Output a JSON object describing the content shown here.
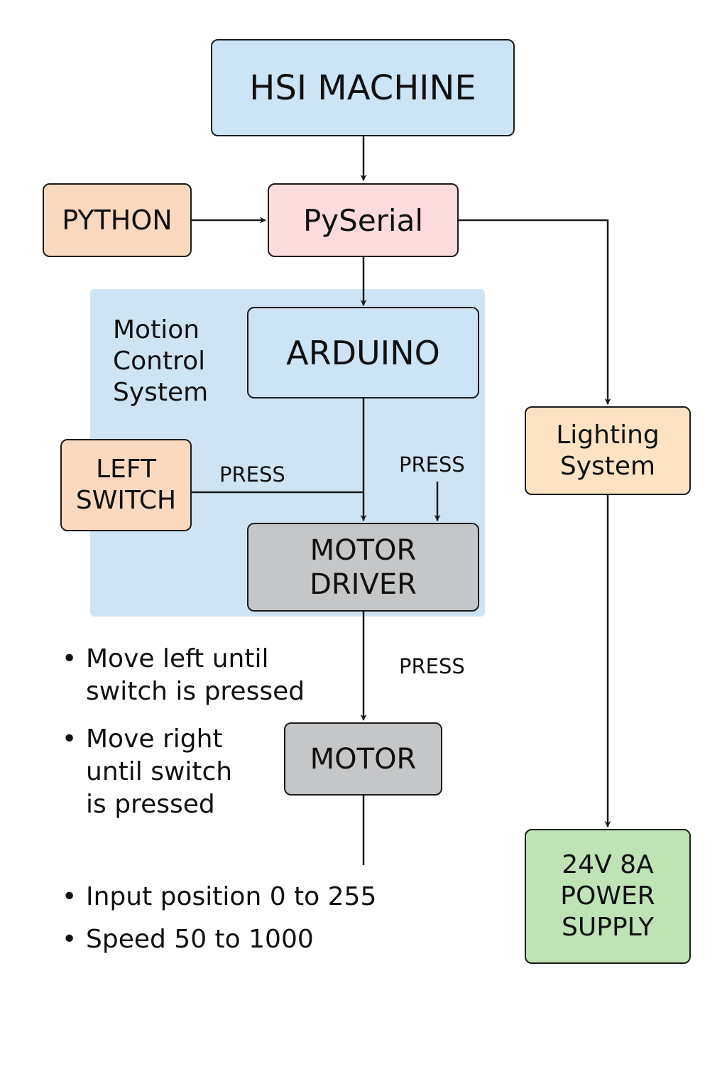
{
  "diagram": {
    "region": {
      "label": "Motion\nControl\nSystem"
    },
    "nodes": {
      "hsi_machine": "HSI MACHINE",
      "python": "PYTHON",
      "pyserial": "PySerial",
      "arduino": "ARDUINO",
      "lighting_system": "Lighting\nSystem",
      "left_switch": "LEFT\nSWITCH",
      "motor_driver": "MOTOR\nDRIVER",
      "motor": "MOTOR",
      "power_supply": "24V 8A\nPOWER\nSUPPLY"
    },
    "edge_labels": {
      "left_switch_press": "PRESS",
      "right_press": "PRESS",
      "driver_press": "PRESS"
    },
    "notes": {
      "move_left": "Move left until\nswitch is pressed",
      "move_right": "Move right\nuntil switch\nis pressed",
      "input_position": "Input position 0 to 255",
      "speed": "Speed 50 to 1000"
    },
    "colors": {
      "hsi_fill": "#cde4f5",
      "python_fill": "#fbd9bf",
      "pyserial_fill": "#fbdbdb",
      "arduino_fill": "#cde4f5",
      "lighting_fill": "#fde3c2",
      "left_switch_fill": "#fbd9bf",
      "motor_driver_fill": "#c4c6c8",
      "motor_fill": "#c4c6c8",
      "power_fill": "#bfe3b5",
      "region_fill": "#cfe4f3"
    }
  }
}
